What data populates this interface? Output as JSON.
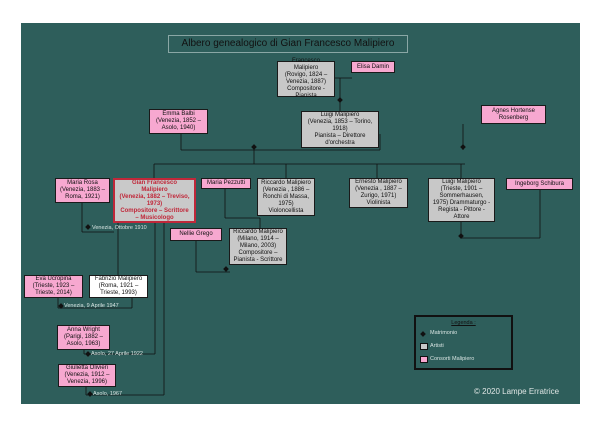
{
  "title": "Albero genealogico di Gian Francesco Malipiero",
  "people": {
    "francesco": "Francesco Malipiero\n(Rovigo, 1824 –\nVenezia, 1887)\nCompositore -\nPianista",
    "elisa": "Elisa Damin",
    "emma": "Emma  Balbi\n(Venezia, 1852 –\nAsolo, 1940)",
    "luigi_sr": "Luigi Malipiero\n(Venezia, 1853 – Torino,\n1918)\nPianista – Direttore\nd'orchestra",
    "agnes": "Agnes Hortense\nRosenberg",
    "maria_rosa": "Maria Rosa\n(Venezia, 1883 –\nRoma, 1921)",
    "gian": "Gian Francesco\nMalipiero\n(Venezia, 1882 – Treviso,\n1973)\nCompositore – Scrittore\n– Musicologo",
    "maria_pezzutti": "Maria Pezzutti",
    "riccardo_sr": "Riccardo Malipiero\n(Venezia , 1886 –\nRonchi di Massa,\n1975)\nVioloncellista",
    "ernesto": "Ernesto Malipiero\n(Venezia , 1887 –\nZurigo, 1971)\nViolinista",
    "luigi_jr": "Luigi Malipiero\n(Trieste, 1901 –\nSommerhausen,\n1975) Drammaturgo -\nRegista - Pittore -\nAttore",
    "ingeborg": "Ingeborg Schibura",
    "nellie": "Nellie Grego",
    "riccardo_jr": "Riccardo Malipiero\n(Milano, 1914 –\nMilano, 2003)\nCompositore –\nPianista - Scrittore",
    "eva": "Eva Ucropina\n(Trieste, 1923 –\nTrieste, 2014)",
    "fabrizio": "Fabrizio Malipiero\n(Roma, 1921 –\nTrieste, 1993)",
    "anna": "Anna Wright\n(Parigi, 1882 –\nAsolo, 1963)",
    "giulietta": "Giulietta Olivieri\n(Venezia, 1912 –\nVenezia, 1996)"
  },
  "marriage_notes": {
    "m1": "Venezia, Ottobre 1910",
    "m2": "Venezia, 9 Aprile 1947",
    "m3": "Asolo, 27 Aprile 1922",
    "m4": "Asolo, 1967"
  },
  "legend": {
    "heading": "Legenda :",
    "marriage": "Matrimonio",
    "artists": "Artisti",
    "spouses": "Consorti Malipiero"
  },
  "copyright": "© 2020 Lampe Erratrice",
  "colors": {
    "background": "#2e5e5b",
    "spouse": "#f7a8d0",
    "artist": "#c8c8c8",
    "focus_border": "#c0283a"
  }
}
